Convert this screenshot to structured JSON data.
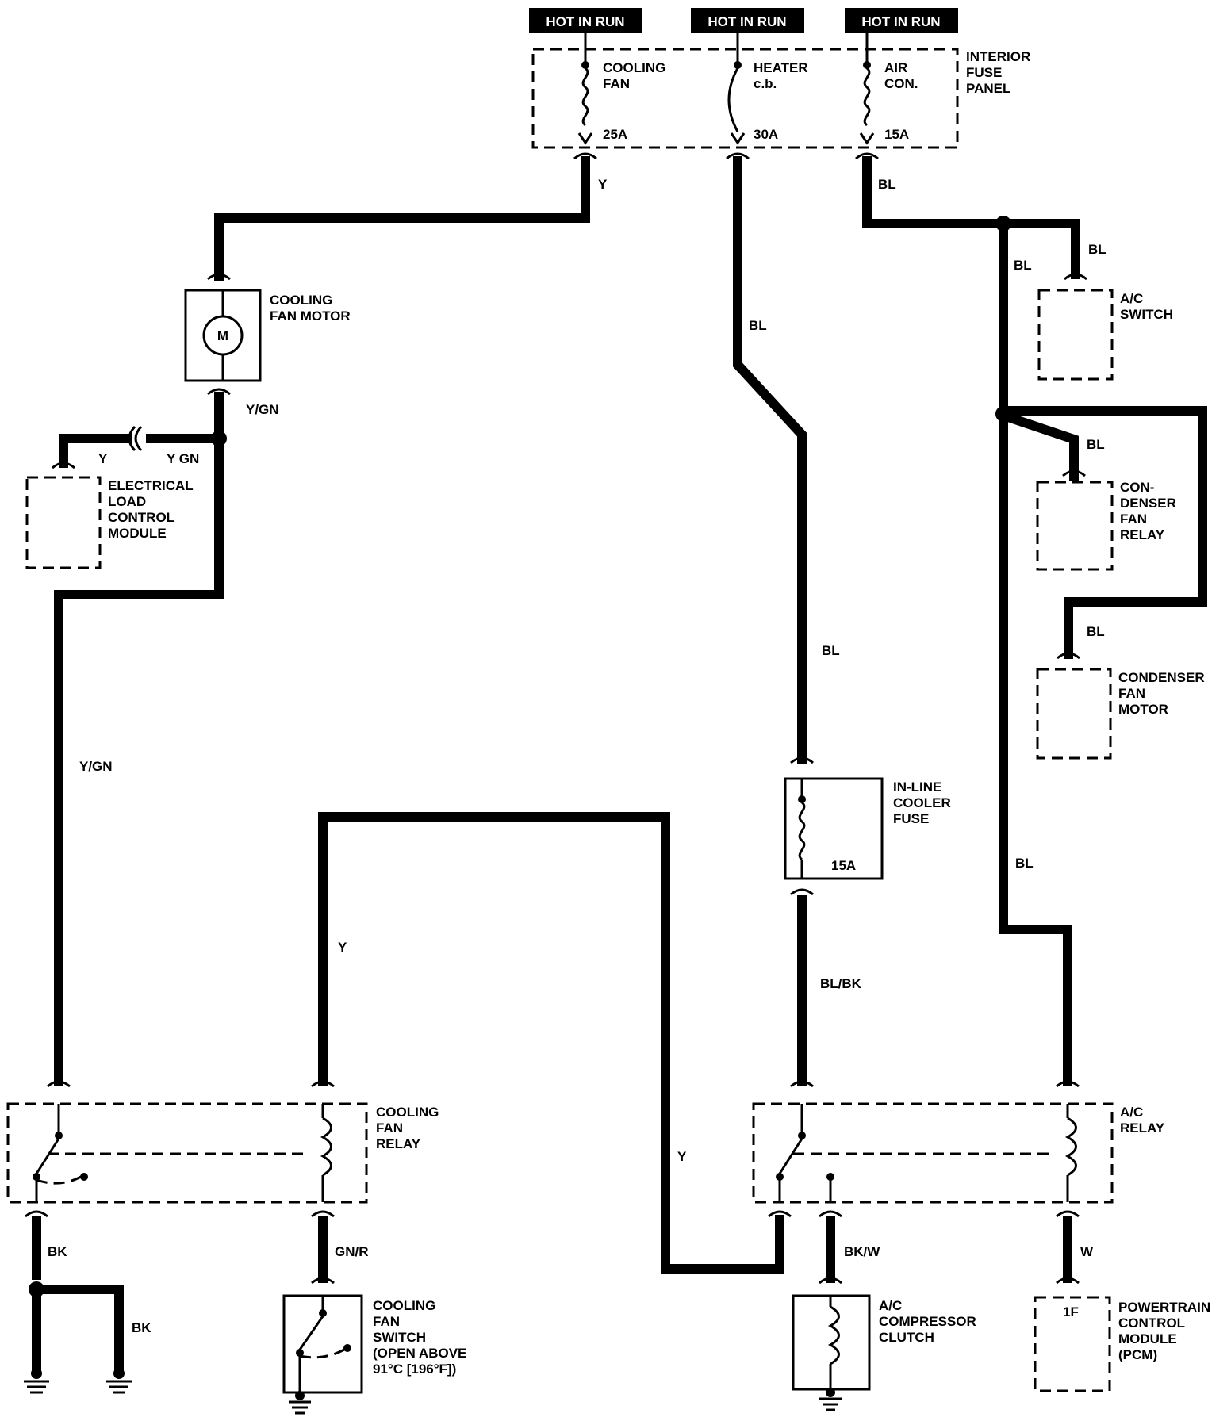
{
  "hot_labels": [
    "HOT IN RUN",
    "HOT IN RUN",
    "HOT IN RUN"
  ],
  "fuse_panel": {
    "title": [
      "INTERIOR",
      "FUSE",
      "PANEL"
    ],
    "fuses": [
      {
        "name": [
          "COOLING",
          "FAN"
        ],
        "rating": "25A"
      },
      {
        "name": [
          "HEATER",
          "c.b."
        ],
        "rating": "30A"
      },
      {
        "name": [
          "AIR",
          "CON."
        ],
        "rating": "15A"
      }
    ]
  },
  "components": {
    "cooling_fan_motor": [
      "COOLING",
      "FAN MOTOR"
    ],
    "motor_symbol": "M",
    "elcm": [
      "ELECTRICAL",
      "LOAD",
      "CONTROL",
      "MODULE"
    ],
    "ac_switch": [
      "A/C",
      "SWITCH"
    ],
    "condenser_fan_relay": [
      "CON-",
      "DENSER",
      "FAN",
      "RELAY"
    ],
    "condenser_fan_motor": [
      "CONDENSER",
      "FAN",
      "MOTOR"
    ],
    "inline_fuse": [
      "IN-LINE",
      "COOLER",
      "FUSE"
    ],
    "inline_fuse_rating": "15A",
    "cooling_fan_relay": [
      "COOLING",
      "FAN",
      "RELAY"
    ],
    "ac_relay": [
      "A/C",
      "RELAY"
    ],
    "cooling_fan_switch": [
      "COOLING",
      "FAN",
      "SWITCH",
      "(OPEN ABOVE",
      "91°C [196°F])"
    ],
    "ac_compressor_clutch": [
      "A/C",
      "COMPRESSOR",
      "CLUTCH"
    ],
    "pcm": [
      "POWERTRAIN",
      "CONTROL",
      "MODULE",
      "(PCM)"
    ],
    "pcm_pin": "1F"
  },
  "wire_labels": {
    "y_top": "Y",
    "bl_top": "BL",
    "bl_ac_switch": "BL",
    "bl_right_1": "BL",
    "bl_center_1": "BL",
    "ygn_motor": "Y/GN",
    "y_elcm": "Y",
    "ygn_elcm": "Y GN",
    "bl_relay": "BL",
    "bl_center_2": "BL",
    "bl_cond_motor": "BL",
    "ygn_long": "Y/GN",
    "bl_right_2": "BL",
    "y_left": "Y",
    "blbk": "BL/BK",
    "y_center": "Y",
    "bk_1": "BK",
    "bk_2": "BK",
    "gnr": "GN/R",
    "bkw": "BK/W",
    "w": "W"
  }
}
